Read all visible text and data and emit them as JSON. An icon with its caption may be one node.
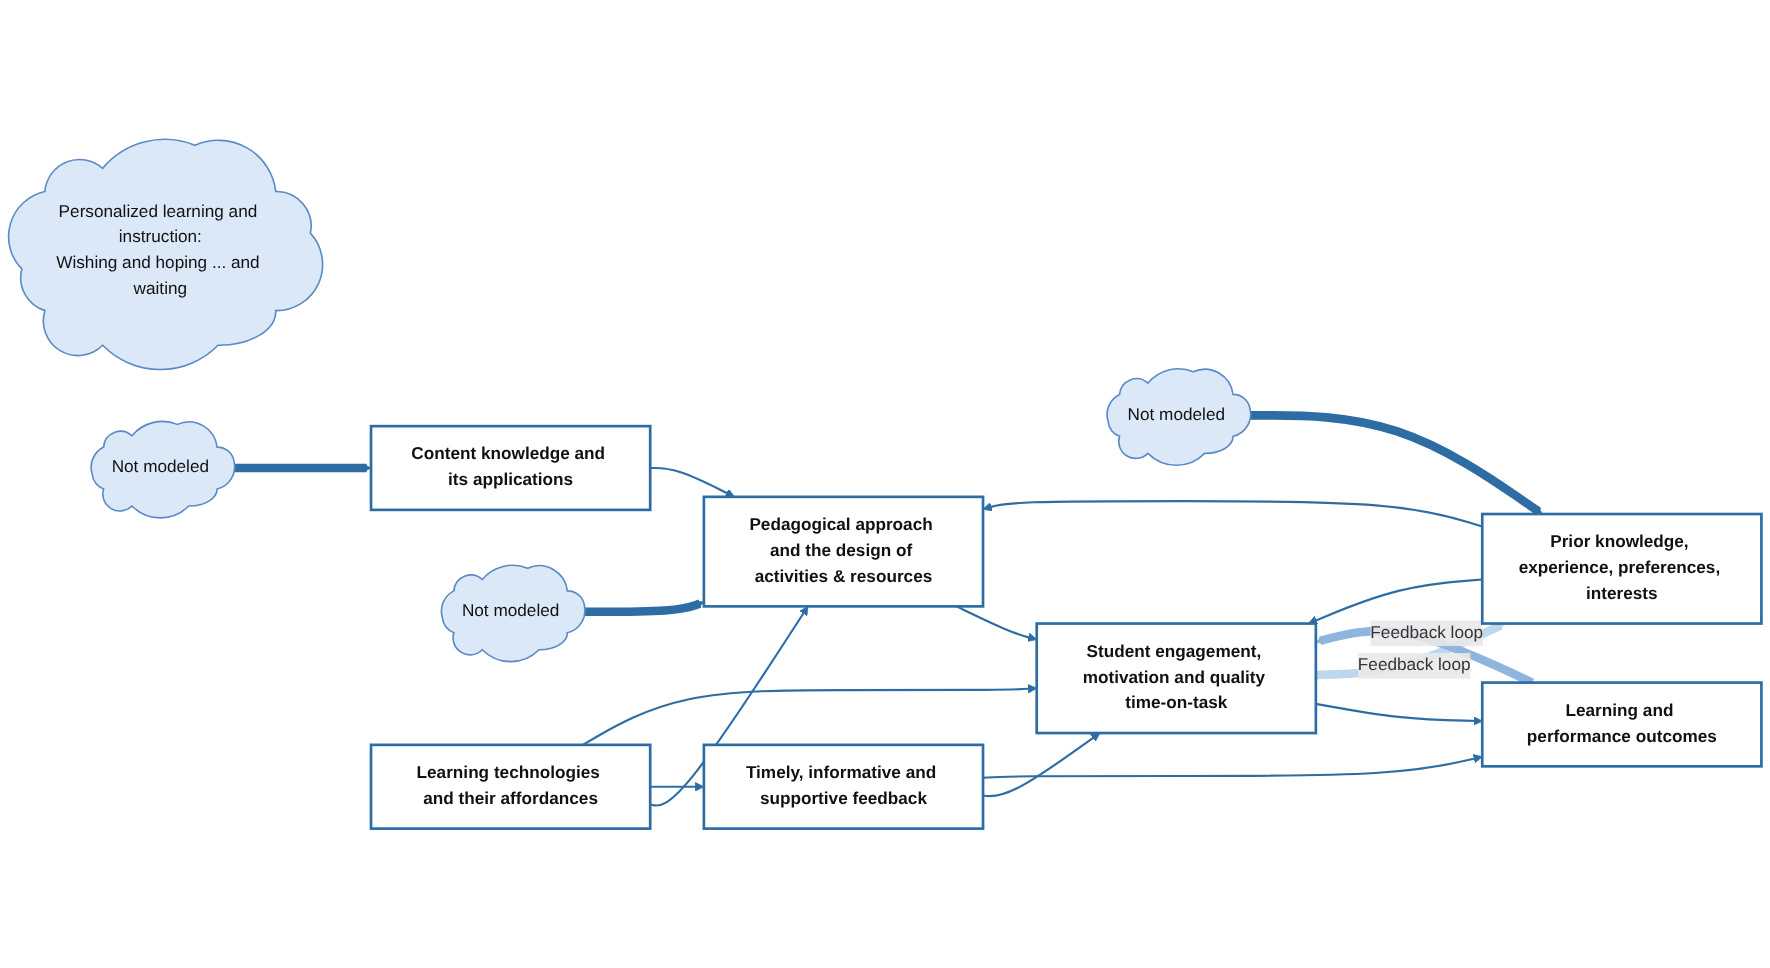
{
  "diagram": {
    "nodes": [
      {
        "text": [
          "Personalized learning and instruction:",
          "Wishing and hoping ... and waiting"
        ]
      },
      {
        "text": [
          "Not modeled"
        ]
      },
      {
        "text": [
          "Content knowledge and its applications"
        ]
      },
      {
        "text": [
          "Not modeled"
        ]
      },
      {
        "text": [
          "Pedagogical approach and the design of activities & resources"
        ]
      },
      {
        "text": [
          "Learning technologies and their affordances"
        ]
      },
      {
        "text": [
          "Timely, informative and supportive feedback"
        ]
      },
      {
        "text": [
          "Not modeled"
        ]
      },
      {
        "text": [
          "Prior knowledge, experience, preferences, interests"
        ]
      },
      {
        "text": [
          "Student engagement, motivation and quality time-on-task"
        ]
      },
      {
        "text": [
          "Learning and performance outcomes"
        ]
      }
    ],
    "edges": [
      {
        "from": 1,
        "to": 2,
        "arrow": "to",
        "style": "thick"
      },
      {
        "from": 2,
        "to": 4,
        "arrow": "to"
      },
      {
        "from": 3,
        "to": 4,
        "arrow": "to",
        "style": "thick"
      },
      {
        "from": 5,
        "to": 4,
        "arrow": "to"
      },
      {
        "from": 5,
        "to": 6,
        "arrow": "to"
      },
      {
        "from": 5,
        "to": 9,
        "arrow": "to"
      },
      {
        "from": 4,
        "to": 9,
        "arrow": "to"
      },
      {
        "from": 6,
        "to": 9,
        "arrow": "to"
      },
      {
        "from": 6,
        "to": 10,
        "arrow": "to"
      },
      {
        "from": 7,
        "to": 8,
        "arrow": "to",
        "style": "thick"
      },
      {
        "from": 8,
        "to": 4,
        "arrow": "to"
      },
      {
        "from": 8,
        "to": 9,
        "arrow": "to"
      },
      {
        "from": 9,
        "to": 10,
        "arrow": "to"
      },
      {
        "from": 9,
        "to": 8,
        "arrow": "to",
        "label": "Feedback loop",
        "style": "thick",
        "color": "#bdd7ee"
      },
      {
        "from": 10,
        "to": 9,
        "arrow": "to",
        "label": "Feedback loop",
        "style": "thick",
        "color": "#8fb4de"
      }
    ]
  }
}
